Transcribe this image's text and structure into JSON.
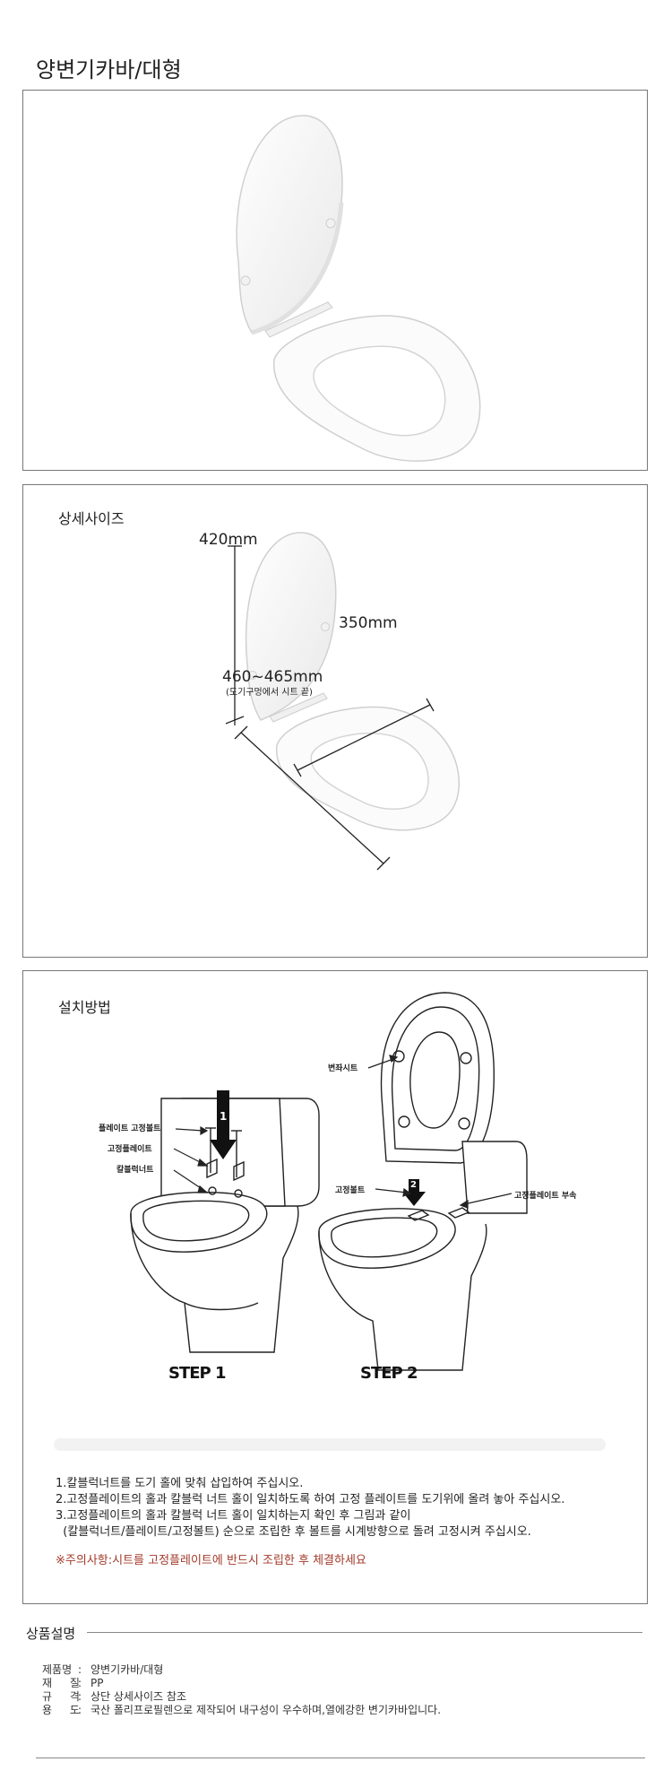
{
  "page": {
    "title": "양변기카바/대형"
  },
  "detail": {
    "heading": "상세사이즈",
    "height": "420mm",
    "inner_width": "350mm",
    "depth": "460~465mm",
    "depth_note": "(도기구멍에서 시트 끝)"
  },
  "install": {
    "heading": "설치방법",
    "labels": {
      "plate_bolt": "플레이트 고정볼트",
      "fix_plate": "고정플레이트",
      "anchor_nut": "칼블럭너트",
      "seat": "변좌시트",
      "fix_bolt": "고정볼트",
      "plate_part": "고정플레이트 부속"
    },
    "step1": "STEP 1",
    "step2": "STEP 2",
    "num1": "1",
    "num2": "2",
    "instructions": [
      "1.칼블럭너트를 도기 홀에 맞춰 삽입하여 주십시오.",
      "2.고정플레이트의 홀과 칼블럭 너트 홀이 일치하도록 하여 고정 플레이트를 도기위에 올려 놓아 주십시오.",
      "3.고정플레이트의 홀과 칼블럭 너트 홀이 일치하는지 확인 후 그림과 같이",
      "  (칼블럭너트/플레이트/고정볼트) 순으로 조립한 후 볼트를 시계방향으로 돌려 고정시켜 주십시오."
    ],
    "caution": "※주의사항:시트를 고정플레이트에 반드시 조립한 후 체결하세요"
  },
  "description": {
    "heading": "상품설명",
    "rows": [
      {
        "key": "제품명",
        "value": "양변기카바/대형"
      },
      {
        "key": "재 질",
        "value": "PP"
      },
      {
        "key": "규 격",
        "value": "상단 상세사이즈 참조"
      },
      {
        "key": "용 도",
        "value": "국산 폴리프로필렌으로 제작되어 내구성이 우수하며,열에강한 변기카바입니다."
      }
    ]
  }
}
